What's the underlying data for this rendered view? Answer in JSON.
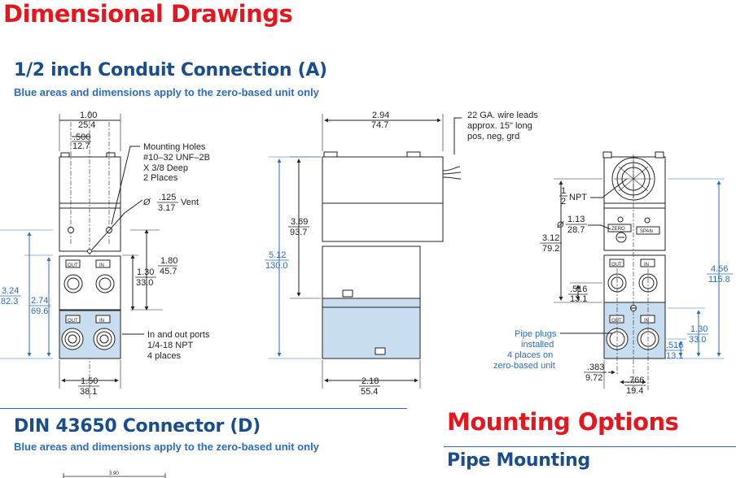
{
  "page": {
    "title": "Dimensional Drawings",
    "section_a_title": "1/2 inch Conduit Connection (A)",
    "section_a_note": "Blue areas and dimensions apply to the zero-based unit only",
    "section_d_title": "DIN 43650 Connector (D)",
    "section_d_note": "Blue areas and dimensions apply to the zero-based unit only",
    "mounting_title": "Mounting Options",
    "pipe_mounting_title": "Pipe Mounting"
  },
  "colors": {
    "title_red": "#e5161d",
    "heading_blue": "#1a4d8c",
    "dimension_blue": "#2b6cc4",
    "zero_based_fill": "#c9ddf0"
  },
  "drawing_left": {
    "width_in": "1.00",
    "width_mm": "25.4",
    "half_in": ".500",
    "half_mm": "12.7",
    "mounting_holes": [
      "Mounting Holes",
      "#10–32 UNF–2B",
      "X 3/8 Deep",
      "2 Places"
    ],
    "vent_prefix": "Ø",
    "vent_in": ".125",
    "vent_mm": "3.17",
    "vent_label": "Vent",
    "h180_in": "1.80",
    "h180_mm": "45.7",
    "h130_in": "1.30",
    "h130_mm": "33.0",
    "h324_in": "3.24",
    "h324_mm": "82.3",
    "h274_in": "2.74",
    "h274_mm": "69.6",
    "ports_label": [
      "In and out ports",
      "1/4-18 NPT",
      "4 places"
    ],
    "bottom_in": "1.50",
    "bottom_mm": "38.1",
    "port_out": "OUT",
    "port_in": "IN"
  },
  "drawing_middle": {
    "width_in": "2.94",
    "width_mm": "74.7",
    "wire_note": [
      "22 GA. wire leads",
      "approx. 15\" long",
      "pos, neg, grd"
    ],
    "h369_in": "3.69",
    "h369_mm": "93.7",
    "h512_in": "5.12",
    "h512_mm": "130.0",
    "bottom_in": "2.18",
    "bottom_mm": "55.4"
  },
  "drawing_right": {
    "npt_num": "1",
    "npt_den": "2",
    "npt_label": "NPT",
    "dia_prefix": "Ø",
    "dia_in": "1.13",
    "dia_mm": "28.7",
    "h312_in": "3.12",
    "h312_mm": "79.2",
    "zero_label": "ZERO",
    "span_label": "SPAN",
    "h516_in": ".516",
    "h516_mm": "13.1",
    "h456_in": "4.56",
    "h456_mm": "115.8",
    "h130_in": "1.30",
    "h130_mm": "33.0",
    "h516b_in": ".516",
    "h516b_mm": "13.1",
    "pipe_plugs": [
      "Pipe plugs",
      "installed",
      "4 places on",
      "zero-based unit"
    ],
    "w383_in": ".383",
    "w383_mm": "9.72",
    "w766_in": ".766",
    "w766_mm": "19.4",
    "port_out": "OUT",
    "port_in": "IN"
  },
  "drawing_din": {
    "width_in": "3.90"
  }
}
